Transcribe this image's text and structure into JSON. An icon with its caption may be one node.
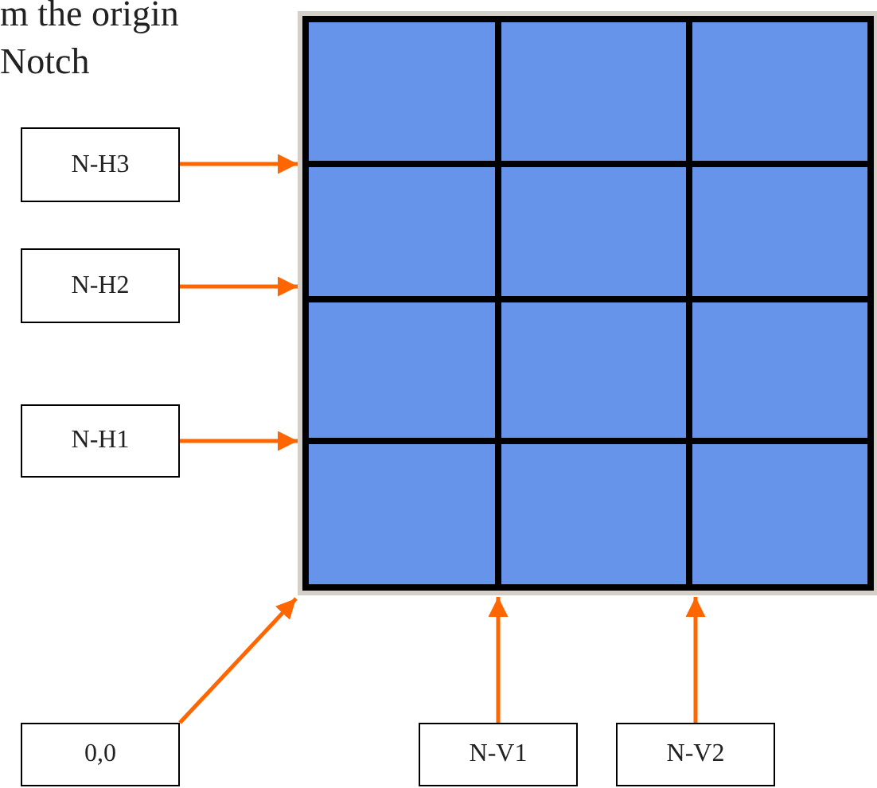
{
  "diagram": {
    "nodes": [
      {
        "text": [],
        "shape": "box"
      },
      {
        "text": [
          "N-H3"
        ]
      },
      {
        "text": [
          "N-H2"
        ]
      },
      {
        "text": [
          "N-H1"
        ]
      },
      {
        "text": [
          "0,0"
        ]
      },
      {
        "text": [
          "N-V1"
        ]
      },
      {
        "text": [
          "N-V2"
        ]
      }
    ],
    "edges": [
      {
        "from": 1,
        "to": 0,
        "arrow": "to"
      },
      {
        "from": 2,
        "to": 0,
        "arrow": "to"
      },
      {
        "from": 3,
        "to": 0,
        "arrow": "to"
      },
      {
        "from": 4,
        "to": 0,
        "arrow": "to"
      },
      {
        "from": 5,
        "to": 0,
        "arrow": "to"
      },
      {
        "from": 6,
        "to": 0,
        "arrow": "to"
      }
    ],
    "labels": [
      "m the origin",
      "Notch"
    ]
  }
}
